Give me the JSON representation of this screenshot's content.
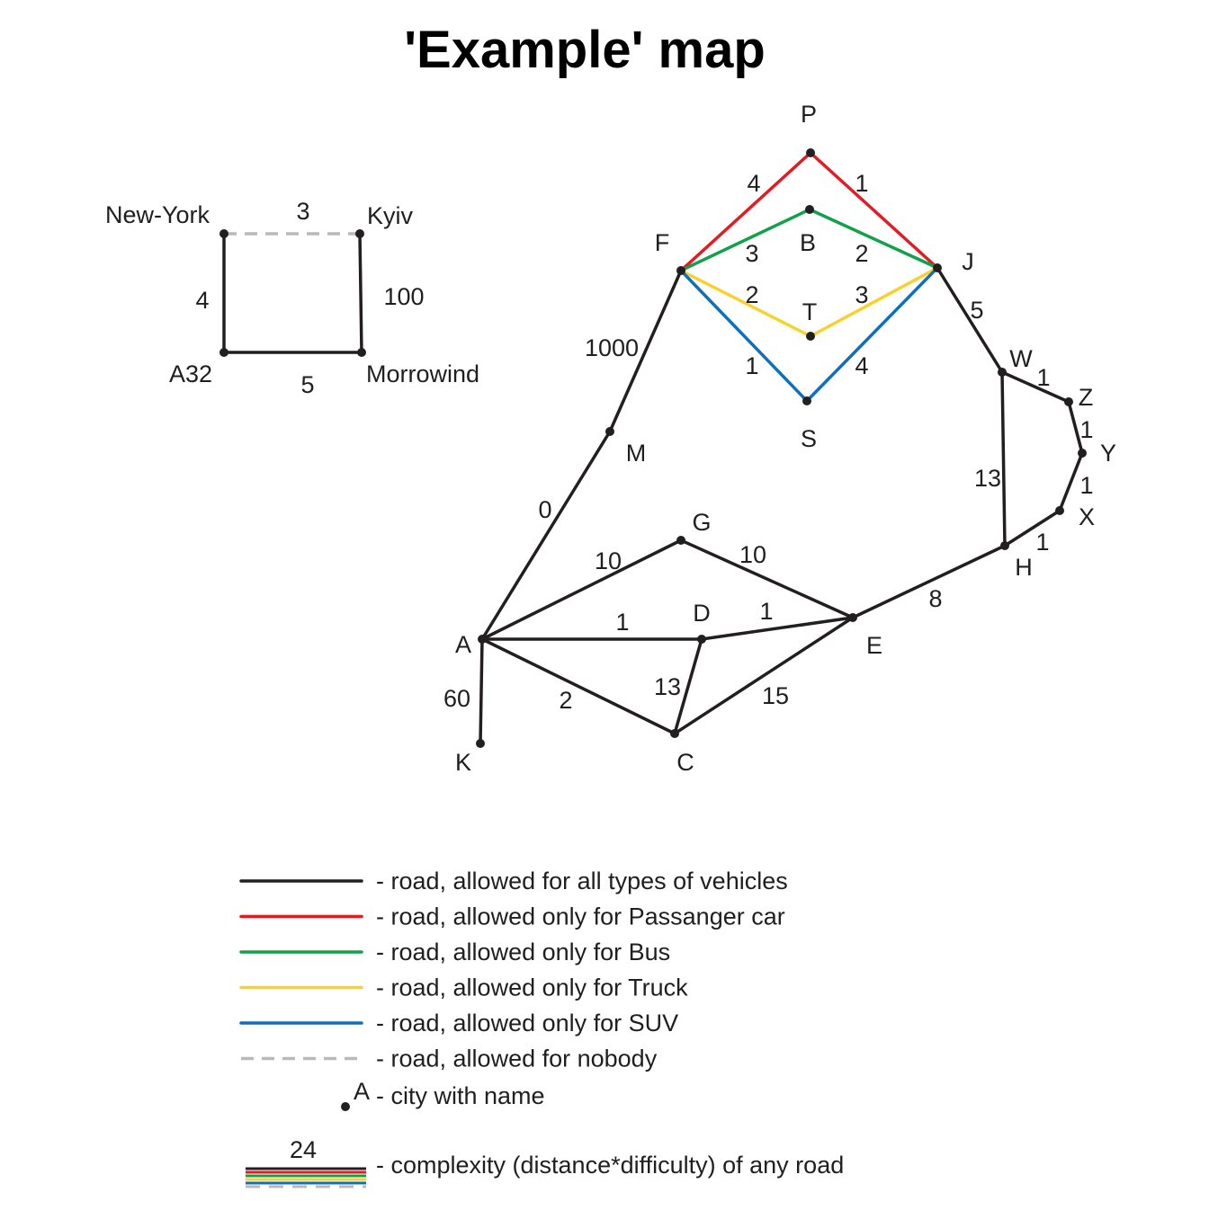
{
  "title": "'Example' map",
  "colors": {
    "all": "#231f20",
    "passenger": "#e31b23",
    "bus": "#12a14b",
    "truck": "#f9d12c",
    "suv": "#0f6fbd",
    "nobody": "#b9b9b9"
  },
  "small_map": {
    "nodes": [
      {
        "id": "nyc",
        "label": "New-York"
      },
      {
        "id": "kyiv",
        "label": "Kyiv"
      },
      {
        "id": "a32",
        "label": "A32"
      },
      {
        "id": "morrowind",
        "label": "Morrowind"
      }
    ],
    "edges": [
      {
        "from": "nyc",
        "to": "kyiv",
        "weight": "3",
        "type": "nobody"
      },
      {
        "from": "nyc",
        "to": "a32",
        "weight": "4",
        "type": "all"
      },
      {
        "from": "kyiv",
        "to": "morrowind",
        "weight": "100",
        "type": "all"
      },
      {
        "from": "a32",
        "to": "morrowind",
        "weight": "5",
        "type": "all"
      }
    ]
  },
  "main_map": {
    "nodes": [
      "P",
      "B",
      "F",
      "J",
      "T",
      "S",
      "W",
      "Z",
      "Y",
      "X",
      "H",
      "M",
      "G",
      "D",
      "E",
      "A",
      "K",
      "C"
    ],
    "edges": [
      {
        "from": "F",
        "to": "P",
        "weight": "4",
        "type": "passenger"
      },
      {
        "from": "P",
        "to": "J",
        "weight": "1",
        "type": "passenger"
      },
      {
        "from": "F",
        "to": "B",
        "weight": "3",
        "type": "bus"
      },
      {
        "from": "B",
        "to": "J",
        "weight": "2",
        "type": "bus"
      },
      {
        "from": "F",
        "to": "T",
        "weight": "2",
        "type": "truck"
      },
      {
        "from": "T",
        "to": "J",
        "weight": "3",
        "type": "truck"
      },
      {
        "from": "F",
        "to": "S",
        "weight": "1",
        "type": "suv"
      },
      {
        "from": "S",
        "to": "J",
        "weight": "4",
        "type": "suv"
      },
      {
        "from": "J",
        "to": "W",
        "weight": "5",
        "type": "all"
      },
      {
        "from": "W",
        "to": "Z",
        "weight": "1",
        "type": "all"
      },
      {
        "from": "Z",
        "to": "Y",
        "weight": "1",
        "type": "all"
      },
      {
        "from": "Y",
        "to": "X",
        "weight": "1",
        "type": "all"
      },
      {
        "from": "X",
        "to": "H",
        "weight": "1",
        "type": "all"
      },
      {
        "from": "W",
        "to": "H",
        "weight": "13",
        "type": "all"
      },
      {
        "from": "H",
        "to": "E",
        "weight": "8",
        "type": "all"
      },
      {
        "from": "F",
        "to": "M",
        "weight": "1000",
        "type": "all"
      },
      {
        "from": "M",
        "to": "A",
        "weight": "0",
        "type": "all"
      },
      {
        "from": "A",
        "to": "G",
        "weight": "10",
        "type": "all"
      },
      {
        "from": "G",
        "to": "E",
        "weight": "10",
        "type": "all"
      },
      {
        "from": "A",
        "to": "D",
        "weight": "1",
        "type": "all"
      },
      {
        "from": "D",
        "to": "E",
        "weight": "1",
        "type": "all"
      },
      {
        "from": "A",
        "to": "C",
        "weight": "2",
        "type": "all"
      },
      {
        "from": "D",
        "to": "C",
        "weight": "13",
        "type": "all"
      },
      {
        "from": "C",
        "to": "E",
        "weight": "15",
        "type": "all"
      },
      {
        "from": "A",
        "to": "K",
        "weight": "60",
        "type": "all"
      }
    ]
  },
  "legend": {
    "items": [
      {
        "type": "all",
        "text": "- road, allowed for all types of vehicles"
      },
      {
        "type": "passenger",
        "text": "- road, allowed only for Passanger car"
      },
      {
        "type": "bus",
        "text": "- road, allowed only for Bus"
      },
      {
        "type": "truck",
        "text": "- road, allowed only for Truck"
      },
      {
        "type": "suv",
        "text": "- road, allowed only for SUV"
      },
      {
        "type": "nobody",
        "text": "- road, allowed for nobody"
      }
    ],
    "city_letter": "A",
    "city_text": "- city with name",
    "complexity_number": "24",
    "complexity_text": "- complexity (distance*difficulty) of any road"
  }
}
